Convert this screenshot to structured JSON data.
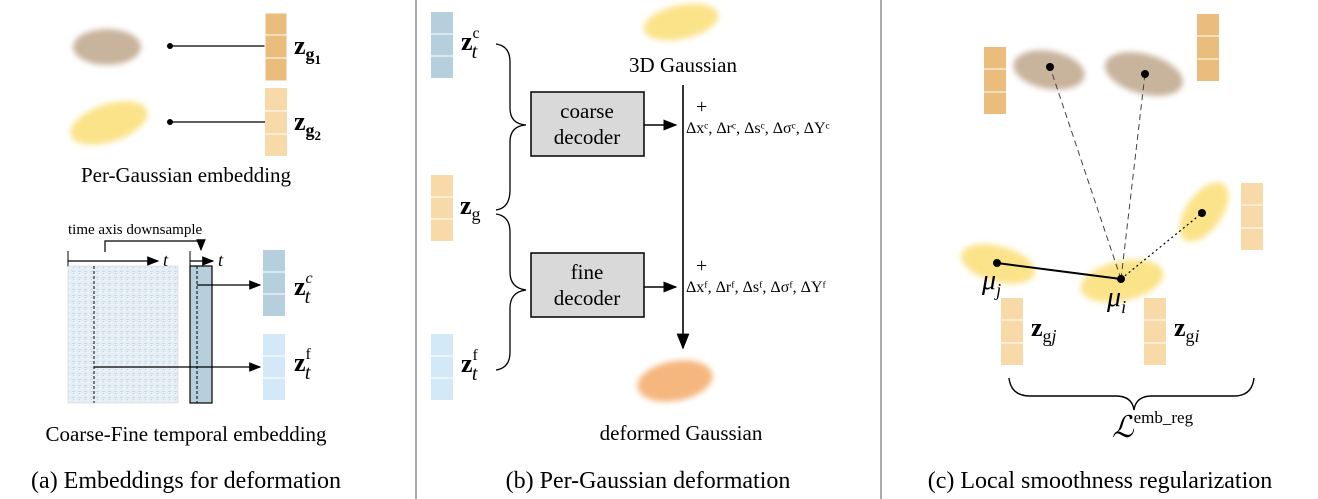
{
  "panel_a": {
    "caption": "(a) Embeddings for deformation",
    "per_gaussian_caption": "Per-Gaussian embedding",
    "zg_main": "z",
    "zg1_sub": "g",
    "zg1_subsub": "1",
    "zg2_sub": "g",
    "zg2_subsub": "2",
    "time_axis_label": "time axis downsample",
    "t_label": "t",
    "zc_main": "z",
    "zc_sup": "c",
    "zc_sub": "t",
    "zf_main": "z",
    "zf_sup": "f",
    "zf_sub": "t",
    "temporal_caption": "Coarse-Fine temporal embedding"
  },
  "panel_b": {
    "caption": "(b) Per-Gaussian deformation",
    "gaussian_label": "3D Gaussian",
    "deformed_label": "deformed Gaussian",
    "coarse_decoder_line1": "coarse",
    "coarse_decoder_line2": "decoder",
    "fine_decoder_line1": "fine",
    "fine_decoder_line2": "decoder",
    "plus": "+",
    "coarse_deltas": "Δxᶜ, Δrᶜ, Δsᶜ, Δσᶜ, ΔYᶜ",
    "fine_deltas": "Δxᶠ, Δrᶠ, Δsᶠ, Δσᶠ, ΔYᶠ",
    "zc_main": "z",
    "zc_sup": "c",
    "zc_sub": "t",
    "zg_main": "z",
    "zg_sub": "g",
    "zf_main": "z",
    "zf_sup": "f",
    "zf_sub": "t"
  },
  "panel_c": {
    "caption": "(c) Local smoothness regularization",
    "mu_j": "μ",
    "mu_j_sub": "j",
    "mu_i": "μ",
    "mu_i_sub": "i",
    "zgj_main": "z",
    "zgj_sub": "g",
    "zgj_subsub": "j",
    "zgi_main": "z",
    "zgi_sub": "g",
    "zgi_subsub": "i",
    "loss_main": "ℒ",
    "loss_sup": "emb_reg"
  },
  "colors": {
    "orange_dark": "#ebbd7c",
    "orange_light": "#f8d9a8",
    "blue_dark": "#b5d0dc",
    "blue_light": "#d3e9f7",
    "gaussian_brown": "#c8b39c",
    "gaussian_yellow": "#fbe38a",
    "gaussian_orange": "#f6b77f",
    "decoder_fill": "#d9d9d9",
    "divider": "#aaaaaa"
  }
}
